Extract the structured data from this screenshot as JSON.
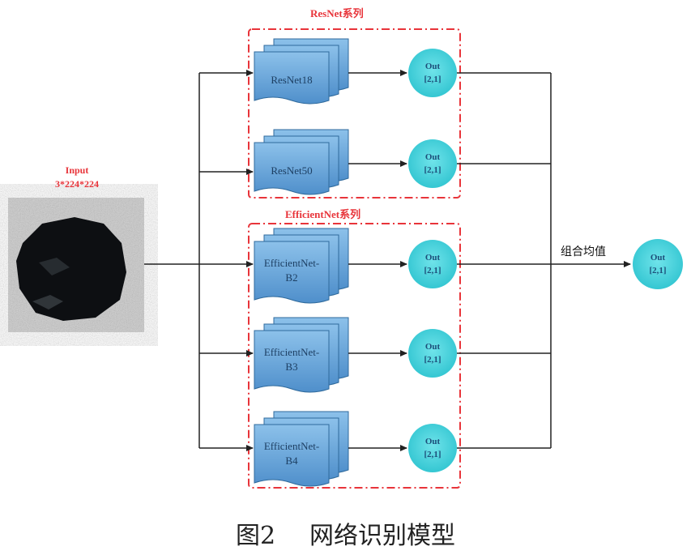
{
  "input": {
    "title": "Input",
    "shape": "3*224*224"
  },
  "groups": [
    {
      "title": "ResNet系列"
    },
    {
      "title": "EfficientNet系列"
    }
  ],
  "networks": [
    {
      "line1": "ResNet18",
      "line2": ""
    },
    {
      "line1": "ResNet50",
      "line2": ""
    },
    {
      "line1": "EfficientNet-",
      "line2": "B2"
    },
    {
      "line1": "EfficientNet-",
      "line2": "B3"
    },
    {
      "line1": "EfficientNet-",
      "line2": "B4"
    }
  ],
  "outputs": [
    {
      "title": "Out",
      "shape": "[2,1]"
    },
    {
      "title": "Out",
      "shape": "[2,1]"
    },
    {
      "title": "Out",
      "shape": "[2,1]"
    },
    {
      "title": "Out",
      "shape": "[2,1]"
    },
    {
      "title": "Out",
      "shape": "[2,1]"
    }
  ],
  "combine": {
    "label": "组合均值"
  },
  "final_output": {
    "title": "Out",
    "shape": "[2,1]"
  },
  "caption": {
    "figure": "图2",
    "title": "网络识别模型"
  },
  "colors": {
    "group_border": "#e8343a",
    "network_fill": "#6aa6d8",
    "output_fill": "#3fcfd9",
    "arrow": "#222222"
  }
}
